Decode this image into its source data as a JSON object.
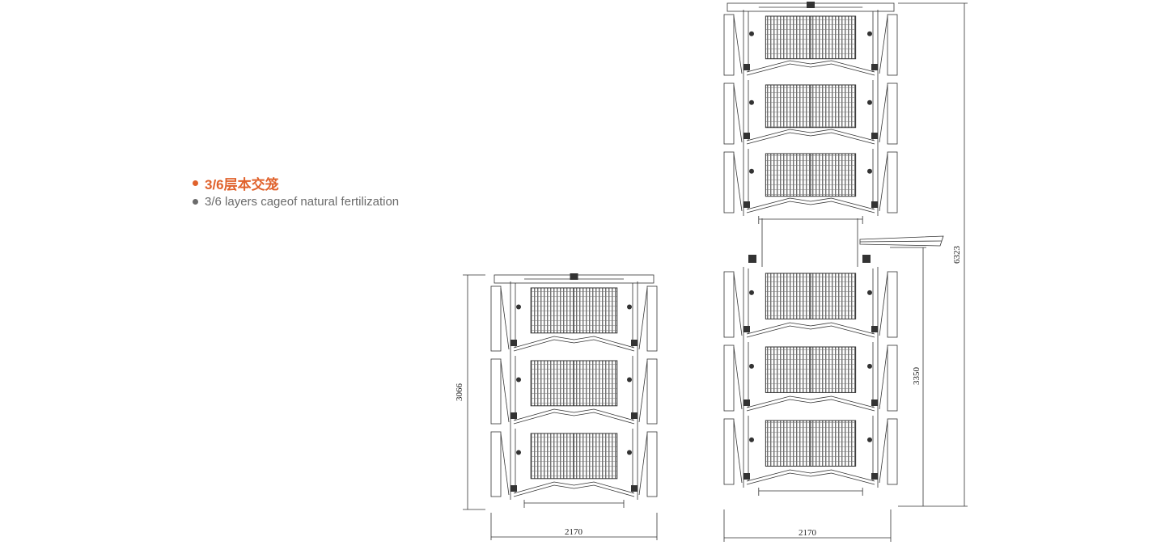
{
  "captions": {
    "cn_label": "3/6层本交笼",
    "en_label": "3/6 layers cageof natural fertilization"
  },
  "colors": {
    "accent": "#e0622c",
    "secondary_text": "#6b6b6b",
    "bullet_secondary": "#6b6b6b",
    "line": "#333333"
  },
  "drawings": {
    "three_tier": {
      "tiers": 3,
      "width_dim": "2170",
      "height_dim": "3066"
    },
    "six_tier": {
      "tiers": 6,
      "width_dim": "2170",
      "lower_height_dim": "3350",
      "total_height_dim": "6323"
    }
  }
}
